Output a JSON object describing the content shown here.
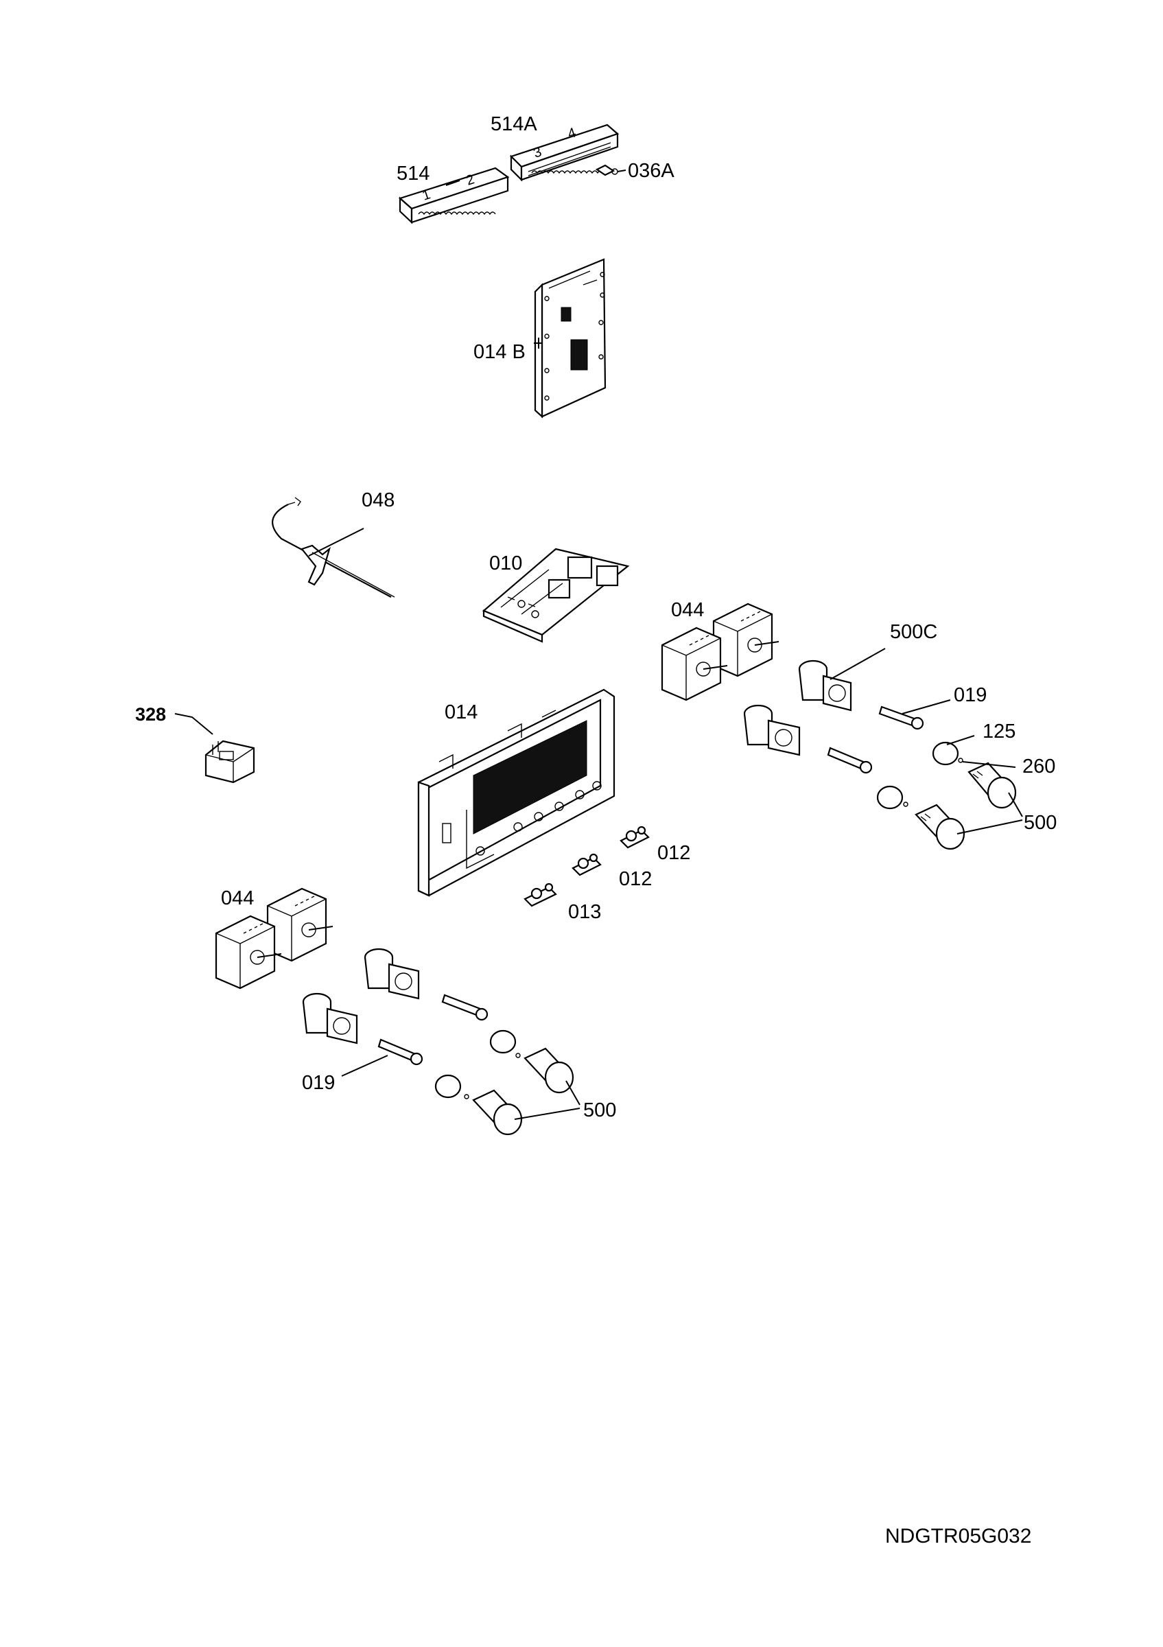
{
  "labels": {
    "p514A": "514A",
    "p514": "514",
    "p036A": "036A",
    "p014B": "014 B",
    "p048": "048",
    "p010": "010",
    "p044_top": "044",
    "p500C": "500C",
    "p328": "328",
    "p014": "014",
    "p019_top": "019",
    "p125": "125",
    "p260": "260",
    "p500_top": "500",
    "p012_a": "012",
    "p012_b": "012",
    "p013": "013",
    "p044_bottom": "044",
    "p019_bottom": "019",
    "p500_bottom": "500"
  },
  "module_digits": [
    "1",
    "2",
    "3",
    "4"
  ],
  "drawing_reference": "NDGTR05G032"
}
